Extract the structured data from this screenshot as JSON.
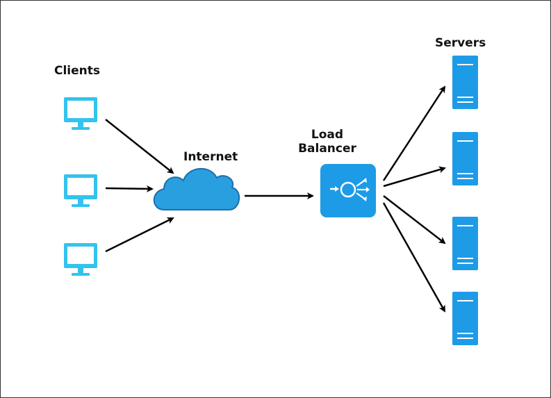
{
  "labels": {
    "clients": "Clients",
    "internet": "Internet",
    "load_balancer_line1": "Load",
    "load_balancer_line2": "Balancer",
    "servers": "Servers"
  },
  "nodes": {
    "clients": [
      {
        "icon": "monitor-icon"
      },
      {
        "icon": "monitor-icon"
      },
      {
        "icon": "monitor-icon"
      }
    ],
    "internet": {
      "icon": "cloud-icon"
    },
    "load_balancer": {
      "icon": "load-balancer-icon"
    },
    "servers": [
      {
        "icon": "server-icon"
      },
      {
        "icon": "server-icon"
      },
      {
        "icon": "server-icon"
      },
      {
        "icon": "server-icon"
      }
    ]
  },
  "colors": {
    "monitor": "#33c3ee",
    "cloud_fill": "#2a9fe0",
    "cloud_stroke": "#1b6fa8",
    "device_fill": "#1e9be6",
    "arrow": "#000000",
    "text": "#111111"
  }
}
